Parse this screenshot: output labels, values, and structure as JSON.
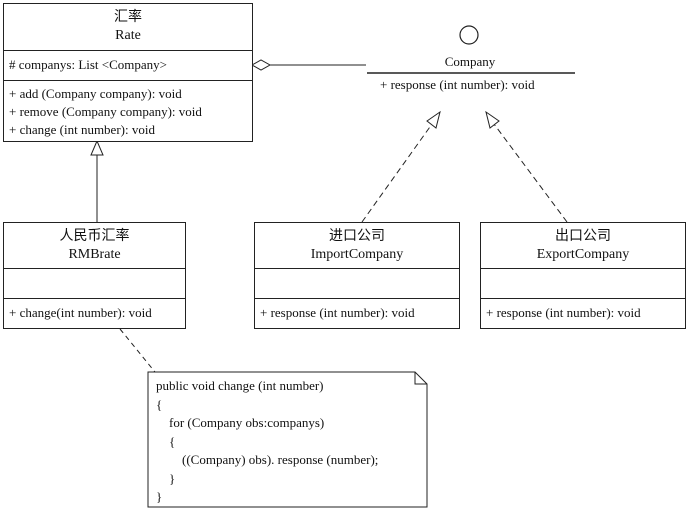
{
  "rate": {
    "title_cn": "汇率",
    "title_en": "Rate",
    "attributes": [
      "# companys: List <Company>"
    ],
    "operations": [
      "+ add (Company company): void",
      "+ remove (Company company): void",
      "+ change (int number): void"
    ]
  },
  "company": {
    "name": "Company",
    "operations": [
      "+ response (int number): void"
    ]
  },
  "rmbrate": {
    "title_cn": "人民币汇率",
    "title_en": "RMBrate",
    "operations": [
      "+ change(int number): void"
    ]
  },
  "import_company": {
    "title_cn": "进口公司",
    "title_en": "ImportCompany",
    "operations": [
      "+ response (int number): void"
    ]
  },
  "export_company": {
    "title_cn": "出口公司",
    "title_en": "ExportCompany",
    "operations": [
      "+ response (int number): void"
    ]
  },
  "note": {
    "lines": [
      "public void change (int number)",
      "{",
      "    for (Company obs:companys)",
      "    {",
      "        ((Company) obs). response (number);",
      "    }",
      "}"
    ]
  }
}
